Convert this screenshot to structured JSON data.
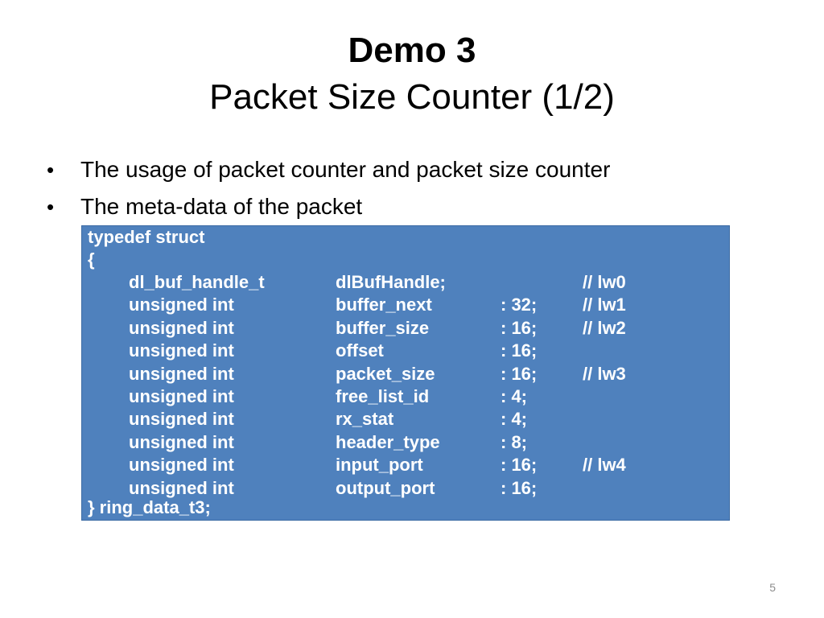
{
  "slide": {
    "title_line1": "Demo 3",
    "title_line2": "Packet Size Counter (1/2)",
    "bullets": [
      "The usage of packet counter and packet size counter",
      "The meta-data of the packet"
    ],
    "bullet_glyph": "•",
    "code": {
      "open": "typedef struct",
      "brace_open": "{",
      "fields": [
        {
          "type": "dl_buf_handle_t",
          "name": "dlBufHandle;",
          "bits": "",
          "comment": "// lw0"
        },
        {
          "type": "unsigned int",
          "name": "buffer_next",
          "bits": ": 32;",
          "comment": "// lw1"
        },
        {
          "type": "unsigned int",
          "name": "buffer_size",
          "bits": ": 16;",
          "comment": "// lw2"
        },
        {
          "type": "unsigned int",
          "name": "offset",
          "bits": ": 16;",
          "comment": ""
        },
        {
          "type": "unsigned int",
          "name": "packet_size",
          "bits": ": 16;",
          "comment": "// lw3"
        },
        {
          "type": "unsigned int",
          "name": "free_list_id",
          "bits": ": 4;",
          "comment": ""
        },
        {
          "type": "unsigned int",
          "name": "rx_stat",
          "bits": ": 4;",
          "comment": ""
        },
        {
          "type": "unsigned int",
          "name": "header_type",
          "bits": ": 8;",
          "comment": ""
        },
        {
          "type": "unsigned int",
          "name": "input_port",
          "bits": ": 16;",
          "comment": "// lw4"
        },
        {
          "type": "unsigned int",
          "name": "output_port",
          "bits": ": 16;",
          "comment": ""
        }
      ],
      "close": "} ring_data_t3;"
    },
    "page_number": "5",
    "colors": {
      "code_background": "#4f81bd",
      "code_text": "#ffffff"
    }
  }
}
